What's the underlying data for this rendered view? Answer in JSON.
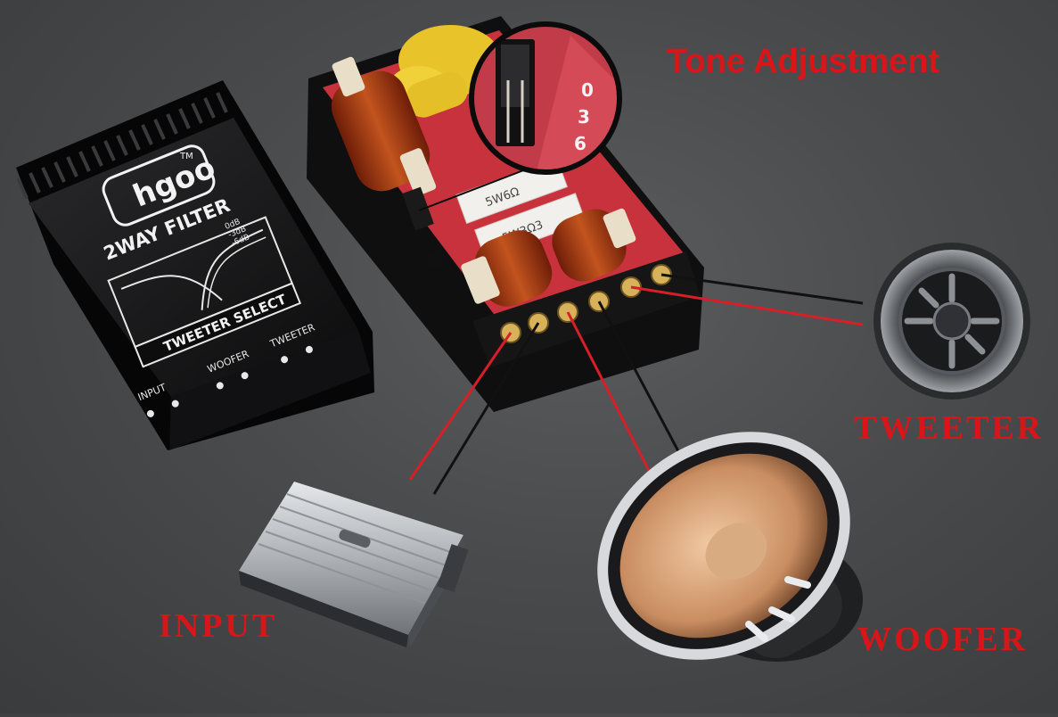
{
  "callouts": {
    "tone_adjustment": "Tone Adjustment",
    "tweeter": "TWEETER",
    "woofer": "WOOFER",
    "input": "INPUT"
  },
  "crossover_cover": {
    "brand": "hgoo",
    "tm": "TM",
    "title": "2WAY FILTER",
    "db_levels": [
      "0dB",
      "-3dB",
      "-6dB"
    ],
    "tweeter_select": "TWEETER SELECT",
    "terminals": [
      "INPUT",
      "WOOFER",
      "TWEETER"
    ]
  },
  "board": {
    "jumper_marks": [
      "0",
      "3",
      "6"
    ],
    "resistor_1": "5W6Ω",
    "resistor_2": "5W3Ω3"
  },
  "colors": {
    "red_label": "#d9151a",
    "wire_red": "#d61f26",
    "wire_black": "#111111",
    "pcb_red": "#c8323c"
  },
  "icons": [
    "crossover-cover-icon",
    "crossover-board-icon",
    "tweeter-icon",
    "woofer-icon",
    "amplifier-icon",
    "magnifier-icon"
  ]
}
